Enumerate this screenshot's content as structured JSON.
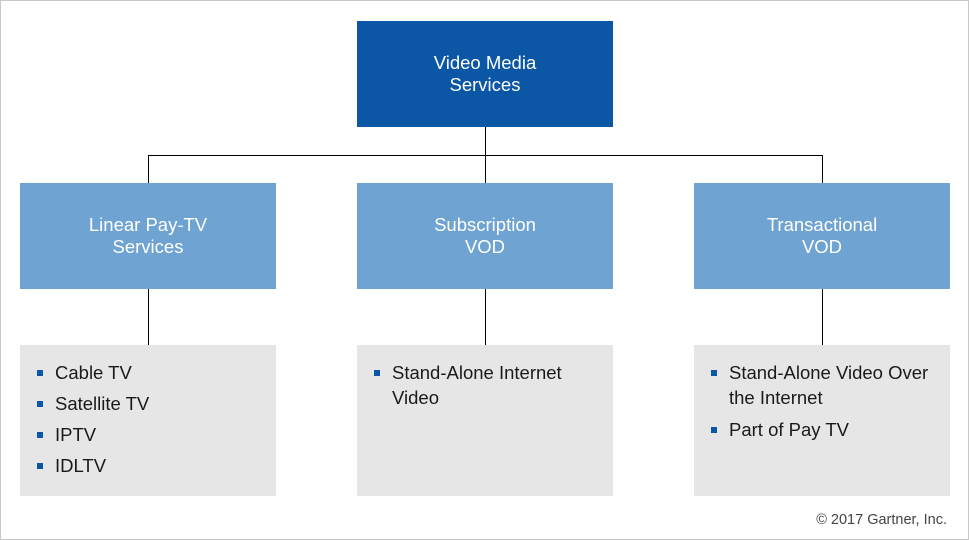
{
  "diagram": {
    "root": {
      "label": "Video Media\nServices"
    },
    "categories": [
      {
        "label": "Linear Pay-TV\nServices",
        "items": [
          "Cable TV",
          "Satellite TV",
          "IPTV",
          "IDLTV"
        ]
      },
      {
        "label": "Subscription\nVOD",
        "items": [
          "Stand-Alone Internet Video"
        ]
      },
      {
        "label": "Transactional\nVOD",
        "items": [
          "Stand-Alone Video Over the Internet",
          "Part of Pay TV"
        ]
      }
    ]
  },
  "footer": {
    "copyright": "© 2017 Gartner, Inc."
  },
  "colors": {
    "root_fill": "#0b57a5",
    "category_fill": "#6ea3d2",
    "leaf_fill": "#e6e6e6",
    "bullet": "#0b57a5"
  }
}
